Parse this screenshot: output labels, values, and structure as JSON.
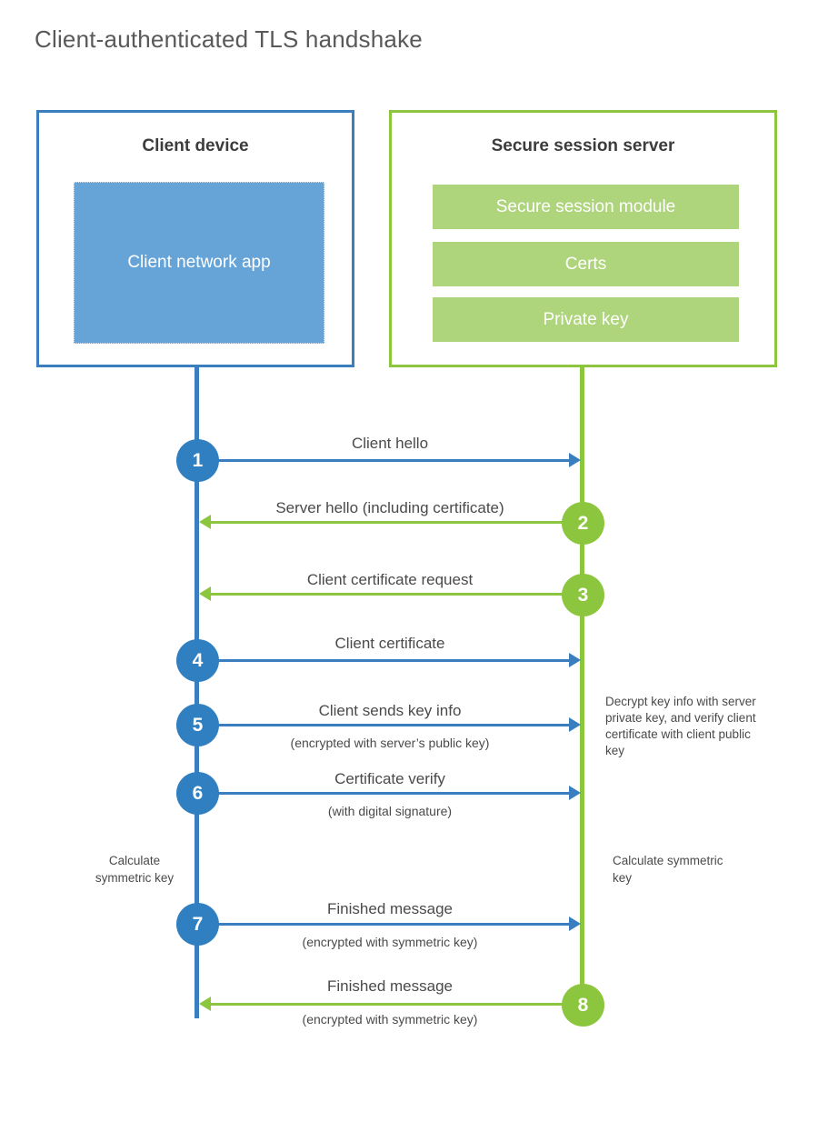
{
  "title": "Client-authenticated TLS handshake",
  "colors": {
    "client_blue": "#3a7ebf",
    "client_circle_blue": "#2f7fc1",
    "client_app_fill": "#66a4d8",
    "server_green": "#8cc63e",
    "server_bar_fill": "#aed47c",
    "text": "#4a4a4a"
  },
  "client": {
    "title": "Client device",
    "app_label": "Client network app"
  },
  "server": {
    "title": "Secure session server",
    "components": [
      {
        "label": "Secure session module"
      },
      {
        "label": "Certs"
      },
      {
        "label": "Private key"
      }
    ]
  },
  "steps": [
    {
      "number": "1",
      "label": "Client hello",
      "sublabel": "",
      "direction": "client-to-server",
      "actor": "client"
    },
    {
      "number": "2",
      "label": "Server hello (including certificate)",
      "sublabel": "",
      "direction": "server-to-client",
      "actor": "server"
    },
    {
      "number": "3",
      "label": "Client certificate request",
      "sublabel": "",
      "direction": "server-to-client",
      "actor": "server"
    },
    {
      "number": "4",
      "label": "Client certificate",
      "sublabel": "",
      "direction": "client-to-server",
      "actor": "client"
    },
    {
      "number": "5",
      "label": "Client sends key info",
      "sublabel": "(encrypted with server’s public key)",
      "direction": "client-to-server",
      "actor": "client"
    },
    {
      "number": "6",
      "label": "Certificate verify",
      "sublabel": "(with digital signature)",
      "direction": "client-to-server",
      "actor": "client"
    },
    {
      "number": "7",
      "label": "Finished message",
      "sublabel": "(encrypted with symmetric key)",
      "direction": "client-to-server",
      "actor": "client"
    },
    {
      "number": "8",
      "label": "Finished message",
      "sublabel": "(encrypted with symmetric key)",
      "direction": "server-to-client",
      "actor": "server"
    }
  ],
  "notes": {
    "decrypt": "Decrypt key info with server private key, and verify client certificate with client public key",
    "calculate_client": "Calculate symmetric key",
    "calculate_server": "Calculate symmetric key"
  }
}
